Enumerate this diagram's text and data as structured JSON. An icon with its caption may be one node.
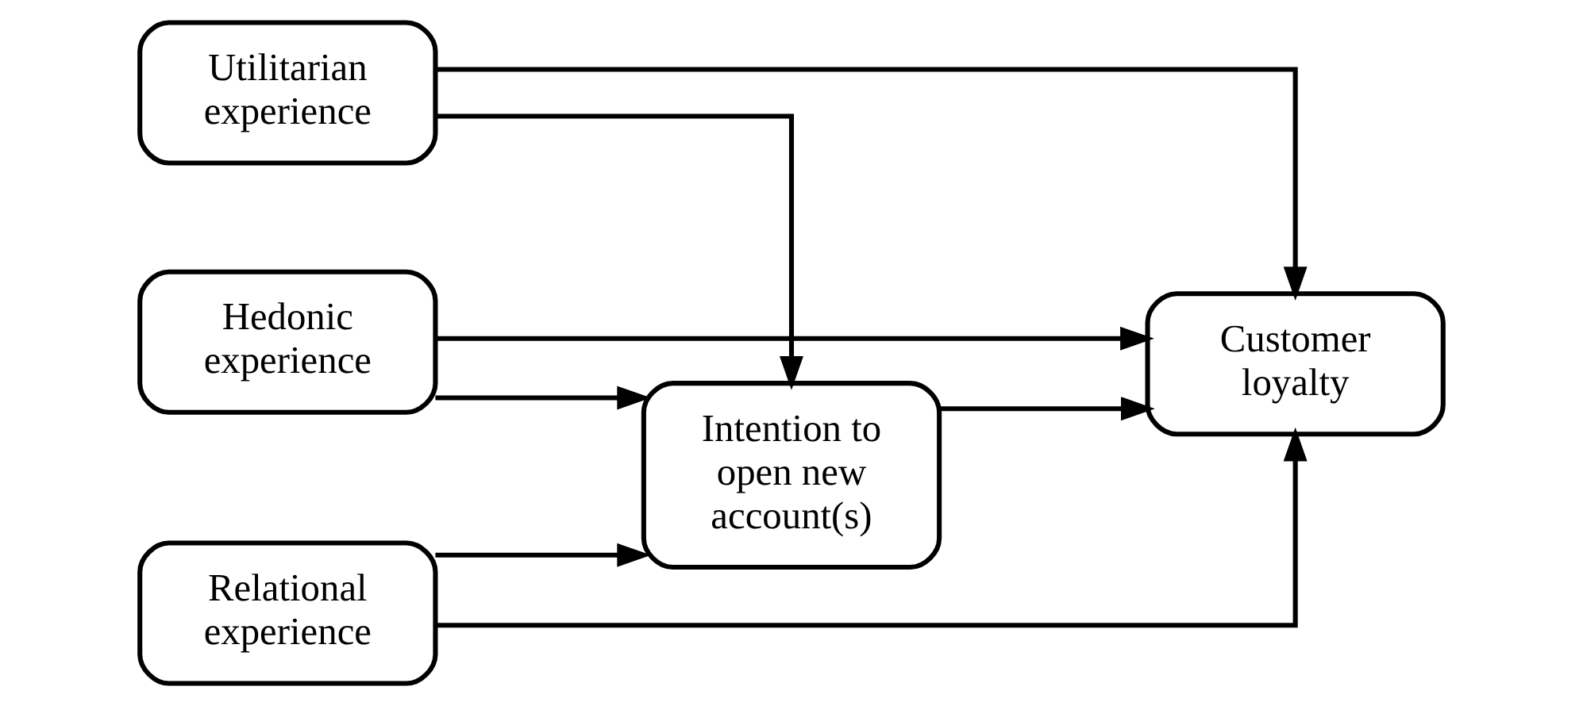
{
  "diagram": {
    "nodes": [
      {
        "text": [
          "Utilitarian experience"
        ]
      },
      {
        "text": [
          "Hedonic experience"
        ]
      },
      {
        "text": [
          "Relational experience"
        ]
      },
      {
        "text": [
          "Intention to open new account(s)"
        ]
      },
      {
        "text": [
          "Customer loyalty"
        ]
      }
    ],
    "edges": [
      {
        "from": 0,
        "to": 3,
        "arrow": "to"
      },
      {
        "from": 1,
        "to": 3,
        "arrow": "to"
      },
      {
        "from": 2,
        "to": 3,
        "arrow": "to"
      },
      {
        "from": 3,
        "to": 4,
        "arrow": "to"
      },
      {
        "from": 0,
        "to": 4,
        "arrow": "to"
      },
      {
        "from": 1,
        "to": 4,
        "arrow": "to"
      },
      {
        "from": 2,
        "to": 4,
        "arrow": "to"
      }
    ]
  }
}
